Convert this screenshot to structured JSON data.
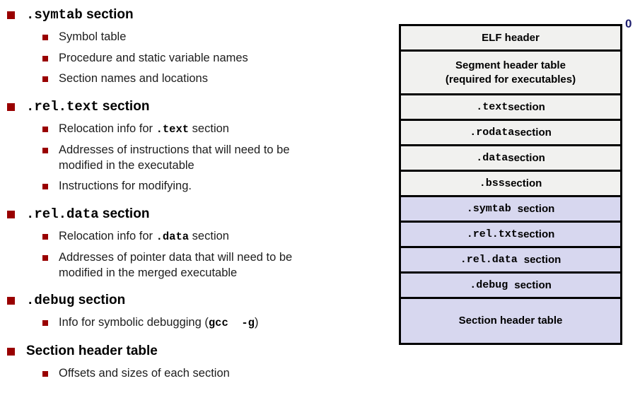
{
  "colors": {
    "bullet_red": "#990000",
    "offset_navy": "#1f1f70",
    "box_gray": "#f1f1ef",
    "box_lavender": "#d7d7ef",
    "border_black": "#000000"
  },
  "outline": {
    "items": [
      {
        "label": [
          {
            "t": ".symtab",
            "m": true
          },
          {
            "t": " section",
            "m": false
          }
        ],
        "subs": [
          {
            "segs": [
              {
                "t": "Symbol table",
                "m": false
              }
            ]
          },
          {
            "segs": [
              {
                "t": "Procedure and static variable names",
                "m": false
              }
            ]
          },
          {
            "segs": [
              {
                "t": "Section names and locations",
                "m": false
              }
            ]
          }
        ]
      },
      {
        "label": [
          {
            "t": ".rel.text",
            "m": true
          },
          {
            "t": " section",
            "m": false
          }
        ],
        "subs": [
          {
            "segs": [
              {
                "t": "Relocation info for ",
                "m": false
              },
              {
                "t": ".text",
                "m": true
              },
              {
                "t": " section",
                "m": false
              }
            ]
          },
          {
            "segs": [
              {
                "t": "Addresses of instructions that will need to be\nmodified in the executable",
                "m": false
              }
            ]
          },
          {
            "segs": [
              {
                "t": "Instructions for modifying.",
                "m": false
              }
            ]
          }
        ]
      },
      {
        "label": [
          {
            "t": ".rel.data",
            "m": true
          },
          {
            "t": " section",
            "m": false
          }
        ],
        "subs": [
          {
            "segs": [
              {
                "t": "Relocation info for ",
                "m": false
              },
              {
                "t": ".data",
                "m": true
              },
              {
                "t": " section",
                "m": false
              }
            ]
          },
          {
            "segs": [
              {
                "t": "Addresses of pointer data that will need to be\nmodified in the merged executable",
                "m": false
              }
            ]
          }
        ]
      },
      {
        "label": [
          {
            "t": ".debug",
            "m": true
          },
          {
            "t": " section",
            "m": false
          }
        ],
        "subs": [
          {
            "segs": [
              {
                "t": "Info for symbolic debugging (",
                "m": false
              },
              {
                "t": "gcc  -g",
                "m": true
              },
              {
                "t": ")",
                "m": false
              }
            ]
          }
        ]
      },
      {
        "label": [
          {
            "t": "Section header table",
            "m": false
          }
        ],
        "subs": [
          {
            "segs": [
              {
                "t": "Offsets and sizes of each section",
                "m": false
              }
            ]
          }
        ]
      }
    ]
  },
  "diagram": {
    "offset_label": "0",
    "rows": [
      {
        "id": "elf-header",
        "label": [
          {
            "t": "ELF header",
            "m": false
          }
        ],
        "bg": "gray",
        "size": "normal"
      },
      {
        "id": "segment-header-table",
        "label": [
          {
            "t": "Segment header table\n(required for executables)",
            "m": false
          }
        ],
        "bg": "gray",
        "size": "tall"
      },
      {
        "id": "text-section",
        "label": [
          {
            "t": ".text",
            "m": true
          },
          {
            "t": " section",
            "m": false
          }
        ],
        "bg": "gray",
        "size": "normal"
      },
      {
        "id": "rodata-section",
        "label": [
          {
            "t": ".rodata",
            "m": true
          },
          {
            "t": " section",
            "m": false
          }
        ],
        "bg": "gray",
        "size": "normal"
      },
      {
        "id": "data-section",
        "label": [
          {
            "t": ".data",
            "m": true
          },
          {
            "t": " section",
            "m": false
          }
        ],
        "bg": "gray",
        "size": "normal"
      },
      {
        "id": "bss-section",
        "label": [
          {
            "t": ".bss",
            "m": true
          },
          {
            "t": " section",
            "m": false
          }
        ],
        "bg": "gray",
        "size": "normal"
      },
      {
        "id": "symtab-section",
        "label": [
          {
            "t": ".symtab ",
            "m": true
          },
          {
            "t": " section",
            "m": false
          }
        ],
        "bg": "lavender",
        "size": "normal"
      },
      {
        "id": "rel-txt-section",
        "label": [
          {
            "t": ".rel.txt",
            "m": true
          },
          {
            "t": " section",
            "m": false
          }
        ],
        "bg": "lavender",
        "size": "normal"
      },
      {
        "id": "rel-data-section",
        "label": [
          {
            "t": ".rel.data ",
            "m": true
          },
          {
            "t": " section",
            "m": false
          }
        ],
        "bg": "lavender",
        "size": "normal"
      },
      {
        "id": "debug-section",
        "label": [
          {
            "t": ".debug ",
            "m": true
          },
          {
            "t": " section",
            "m": false
          }
        ],
        "bg": "lavender",
        "size": "normal"
      },
      {
        "id": "section-header-table",
        "label": [
          {
            "t": "Section header table",
            "m": false
          }
        ],
        "bg": "lavender",
        "size": "tall"
      }
    ]
  }
}
